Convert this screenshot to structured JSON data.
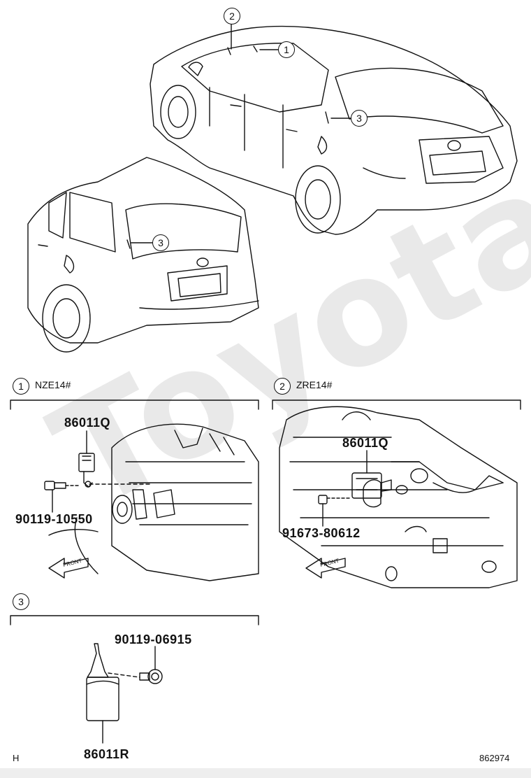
{
  "watermark": "Toyota C",
  "callouts": {
    "c1": "1",
    "c2": "2",
    "c3": "3"
  },
  "sections": {
    "s1_num": "1",
    "s1_title": "NZE14#",
    "s2_num": "2",
    "s2_title": "ZRE14#",
    "s3_num": "3"
  },
  "parts": {
    "sensor_s1": "86011Q",
    "bolt_s1": "90119-10550",
    "sensor_s2": "86011Q",
    "bolt_s2": "91673-80612",
    "bolt_s3": "90119-06915",
    "sensor_s3": "86011R"
  },
  "front_label": "FRONT",
  "footer": {
    "left": "H",
    "right": "862974"
  },
  "icons": [
    "front-arrow-icon",
    "bolt-icon",
    "sensor-icon",
    "car-icon",
    "engine-icon"
  ]
}
